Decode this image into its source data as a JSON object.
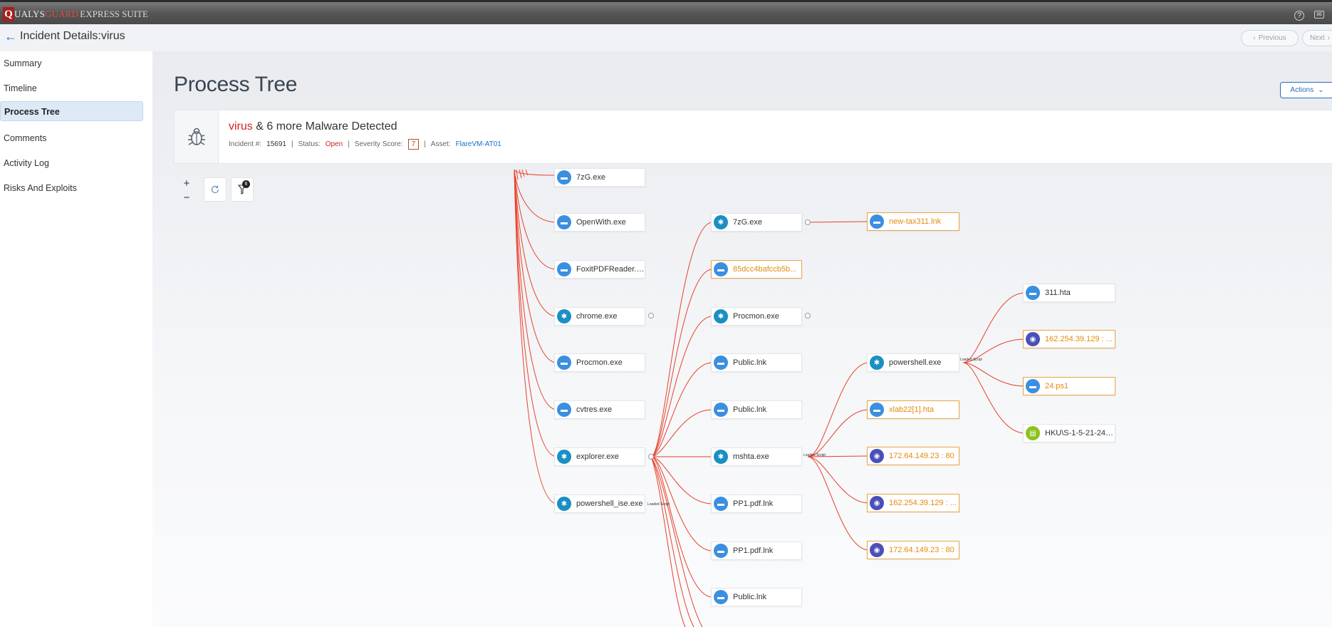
{
  "brand": {
    "q": "Q",
    "ualys": "UALYS",
    "guard": "GUARD",
    "suite": "EXPRESS SUITE"
  },
  "header": {
    "title": "Incident Details:virus",
    "prev": "Previous",
    "next": "Next"
  },
  "sidebar": {
    "items": [
      {
        "label": "Summary"
      },
      {
        "label": "Timeline"
      },
      {
        "label": "Process Tree"
      },
      {
        "label": "Comments"
      },
      {
        "label": "Activity Log"
      },
      {
        "label": "Risks And Exploits"
      }
    ]
  },
  "main": {
    "title": "Process Tree",
    "actions": "Actions",
    "card": {
      "virus": "virus",
      "rest": "& 6 more Malware Detected",
      "incident_label": "Incident #:",
      "incident": "15691",
      "status_label": "Status:",
      "status": "Open",
      "severity_label": "Severity Score:",
      "severity": "7",
      "asset_label": "Asset:",
      "asset": "FlareVM-AT01",
      "sep": "|"
    },
    "filter_badge": "6"
  },
  "tree": {
    "col1": [
      "7zG.exe",
      "OpenWith.exe",
      "FoxitPDFReader.e...",
      "chrome.exe",
      "Procmon.exe",
      "cvtres.exe",
      "explorer.exe",
      "powershell_ise.exe"
    ],
    "col2": [
      "7zG.exe",
      "85dcc4bafccb5b...",
      "Procmon.exe",
      "Public.lnk",
      "Public.lnk",
      "mshta.exe",
      "PP1.pdf.lnk",
      "PP1.pdf.lnk",
      "Public.lnk"
    ],
    "col3": [
      "new-tax311.lnk",
      "powershell.exe",
      "xlab22[1].hta",
      "172.64.149.23 : 80",
      "162.254.39.129 : ...",
      "172.64.149.23 : 80"
    ],
    "col4": [
      "311.hta",
      "162.254.39.129 : ...",
      "24.ps1",
      "HKU\\S-1-5-21-245..."
    ],
    "loaded_script": "Loaded Script"
  },
  "colors": {
    "edge": "#e8402b",
    "orange": "#e48a0c",
    "blue": "#1a6fc4"
  }
}
